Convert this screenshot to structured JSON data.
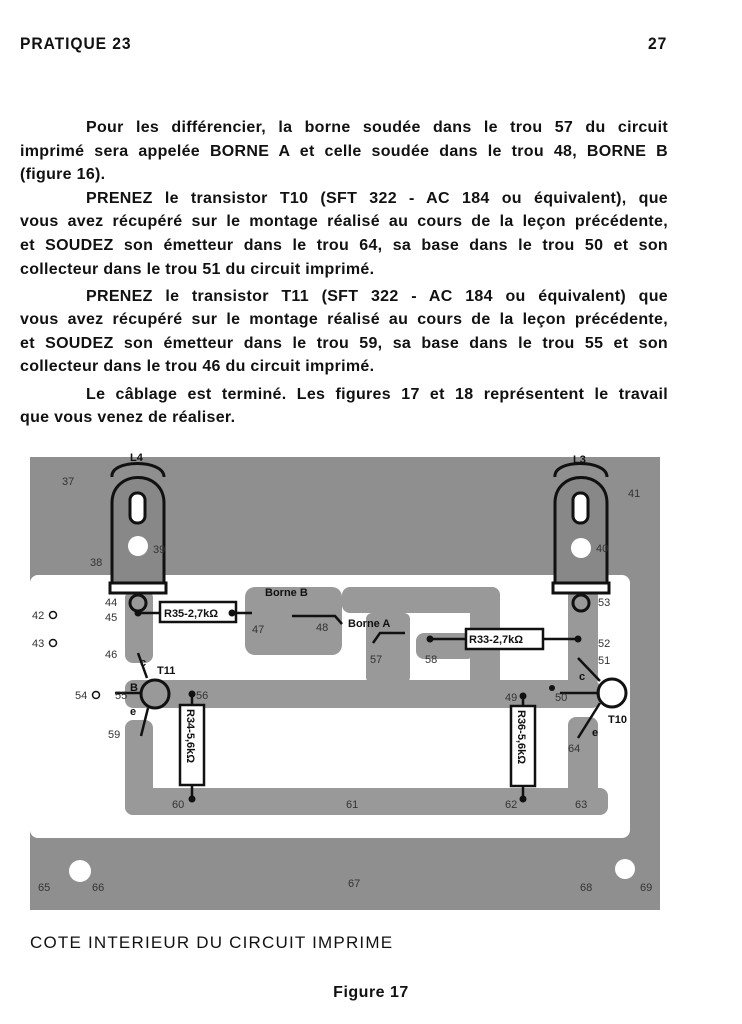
{
  "header": {
    "title": "PRATIQUE 23",
    "page_number": "27"
  },
  "paragraphs": [
    [
      "Pour les différencier, la borne soudée dans le trou 57 du circuit",
      "imprimé sera appelée BORNE A et celle soudée dans le trou 48, BORNE B",
      "(figure 16)."
    ],
    [
      "PRENEZ le transistor T10 (SFT 322 - AC 184 ou équivalent), que",
      "vous avez récupéré sur le montage réalisé au cours de la leçon précédente,",
      "et SOUDEZ son émetteur dans le trou 64, sa base dans le trou 50 et son",
      "collecteur dans le trou 51 du circuit imprimé."
    ],
    [
      "PRENEZ le transistor T11 (SFT 322 - AC 184 ou équivalent) que",
      "vous avez récupéré sur le montage réalisé au cours de la leçon précédente,",
      "et SOUDEZ son émetteur dans le trou 59, sa base dans le trou 55 et son",
      "collecteur dans le trou 46 du circuit imprimé."
    ],
    [
      "Le câblage est terminé. Les figures 17 et 18 représentent le travail",
      "que vous venez de réaliser."
    ]
  ],
  "figure": {
    "lamps": {
      "l4": "L4",
      "l3": "L3"
    },
    "resistors": {
      "r35": "R35-2,7kΩ",
      "r33": "R33-2,7kΩ",
      "r34": "R34-5,6kΩ",
      "r36": "R36-5,6kΩ"
    },
    "transistors": {
      "t11": "T11",
      "t10": "T10",
      "c": "c",
      "b": "B",
      "e": "e"
    },
    "bornes": {
      "a": "Borne A",
      "b": "Borne B"
    },
    "holes": {
      "h37": "37",
      "h38": "38",
      "h39": "39",
      "h40": "40",
      "h41": "41",
      "h42": "42",
      "h43": "43",
      "h44": "44",
      "h45": "45",
      "h46": "46",
      "h47": "47",
      "h48": "48",
      "h49": "49",
      "h50": "50",
      "h51": "51",
      "h52": "52",
      "h53": "53",
      "h54": "54",
      "h55": "55",
      "h56": "56",
      "h57": "57",
      "h58": "58",
      "h59": "59",
      "h60": "60",
      "h61": "61",
      "h62": "62",
      "h63": "63",
      "h64": "64",
      "h65": "65",
      "h66": "66",
      "h67": "67",
      "h68": "68",
      "h69": "69"
    },
    "caption": "COTE INTERIEUR DU CIRCUIT IMPRIME",
    "label": "Figure 17"
  }
}
